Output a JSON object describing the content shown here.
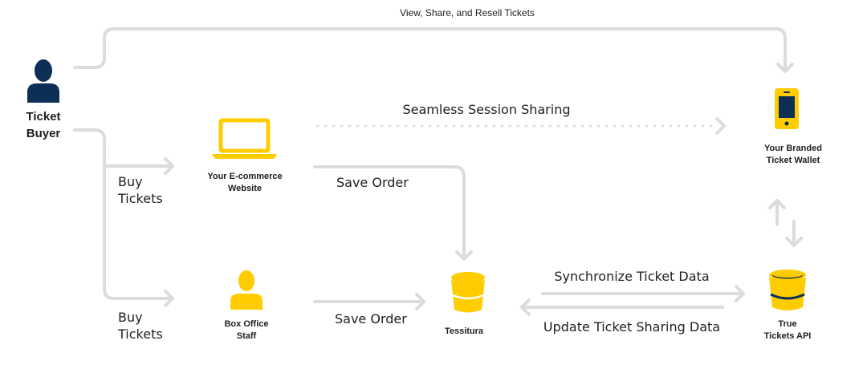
{
  "colors": {
    "accent": "#ffcc00",
    "navy": "#0c2f55",
    "line": "#dcdcdc",
    "text": "#1f1f1f"
  },
  "nodes": {
    "ticket_buyer": {
      "line1": "Ticket",
      "line2": "Buyer",
      "icon": "person-icon"
    },
    "ecommerce": {
      "line1": "Your E-commerce",
      "line2": "Website",
      "icon": "laptop-icon"
    },
    "box_office": {
      "line1": "Box Office",
      "line2": "Staff",
      "icon": "person-icon"
    },
    "tessitura": {
      "label": "Tessitura",
      "icon": "bucket-icon"
    },
    "wallet": {
      "line1": "Your Branded",
      "line2": "Ticket Wallet",
      "icon": "phone-icon"
    },
    "true_tickets": {
      "line1": "True",
      "line2": "Tickets API",
      "icon": "bucket-icon"
    }
  },
  "edges": {
    "view_share": "View, Share, and Resell Tickets",
    "session": "Seamless Session Sharing",
    "buy1_line1": "Buy",
    "buy1_line2": "Tickets",
    "buy2_line1": "Buy",
    "buy2_line2": "Tickets",
    "save_order_1": "Save Order",
    "save_order_2": "Save Order",
    "sync": "Synchronize  Ticket Data",
    "update": "Update Ticket Sharing Data"
  }
}
